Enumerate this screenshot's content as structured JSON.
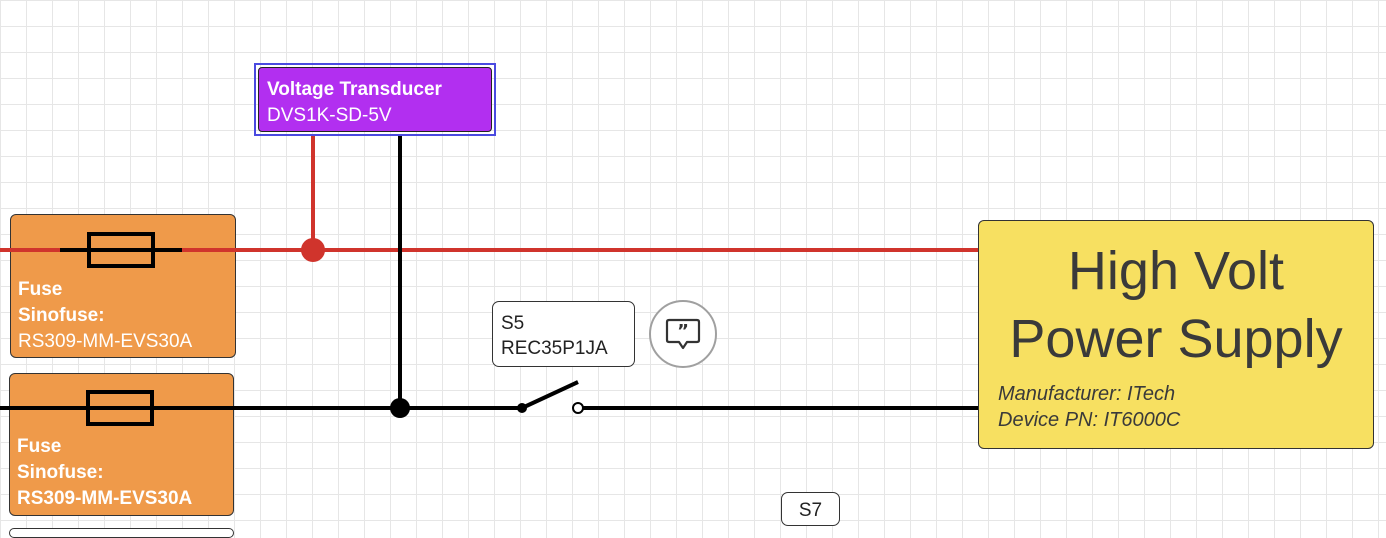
{
  "transducer": {
    "title": "Voltage Transducer",
    "part": "DVS1K-SD-5V"
  },
  "fuses": [
    {
      "title": "Fuse",
      "maker": "Sinofuse:",
      "part": "RS309-MM-EVS30A"
    },
    {
      "title": "Fuse",
      "maker": "Sinofuse:",
      "part": "RS309-MM-EVS30A"
    }
  ],
  "switch_s5": {
    "name": "S5",
    "part": "REC35P1JA"
  },
  "switch_s7": {
    "name": "S7"
  },
  "power_supply": {
    "title_line1": "High Volt",
    "title_line2": "Power Supply",
    "manufacturer": "Manufacturer: ITech",
    "device_pn": "Device PN: IT6000C"
  },
  "colors": {
    "positive_wire": "#d0342c",
    "negative_wire": "#000000",
    "fuse_fill": "#ef9a4a",
    "transducer_fill": "#b22ff0",
    "power_supply_fill": "#f7e061"
  },
  "icons": {
    "comment": "comment-quote-icon"
  }
}
